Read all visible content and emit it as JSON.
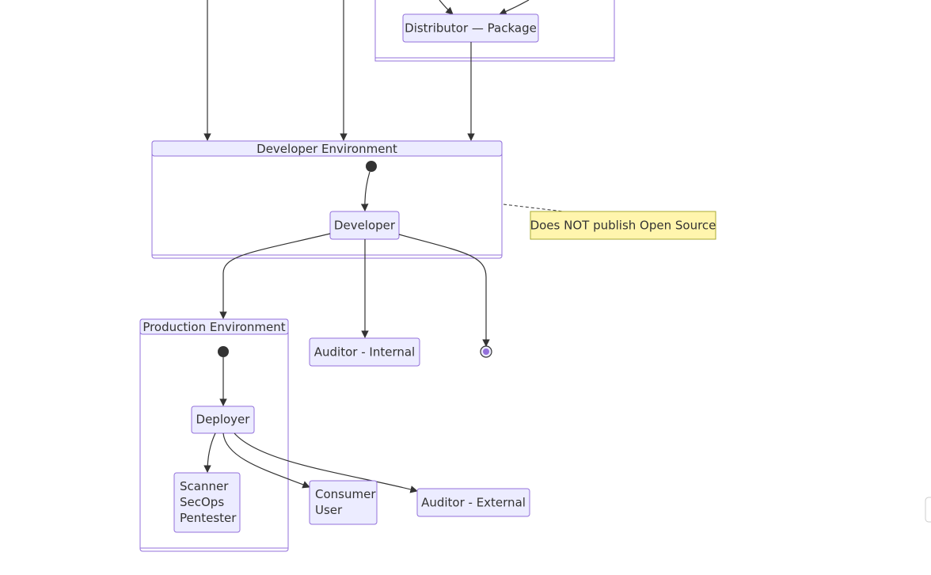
{
  "clusters": {
    "developer_env": {
      "title": "Developer Environment"
    },
    "production_env": {
      "title": "Production Environment"
    }
  },
  "nodes": {
    "distributor_package": "Distributor — Package",
    "developer": "Developer",
    "auditor_internal": "Auditor - Internal",
    "deployer": "Deployer",
    "scanner_group": [
      "Scanner",
      "SecOps",
      "Pentester"
    ],
    "consumer_user": [
      "Consumer",
      "User"
    ],
    "auditor_external": "Auditor - External"
  },
  "note": {
    "text": "Does NOT publish Open Source"
  },
  "colors": {
    "node_fill": "#ECECFF",
    "node_stroke": "#9370DB",
    "note_fill": "#FFF5AD",
    "note_stroke": "#AAAA33",
    "edge": "#333333"
  }
}
